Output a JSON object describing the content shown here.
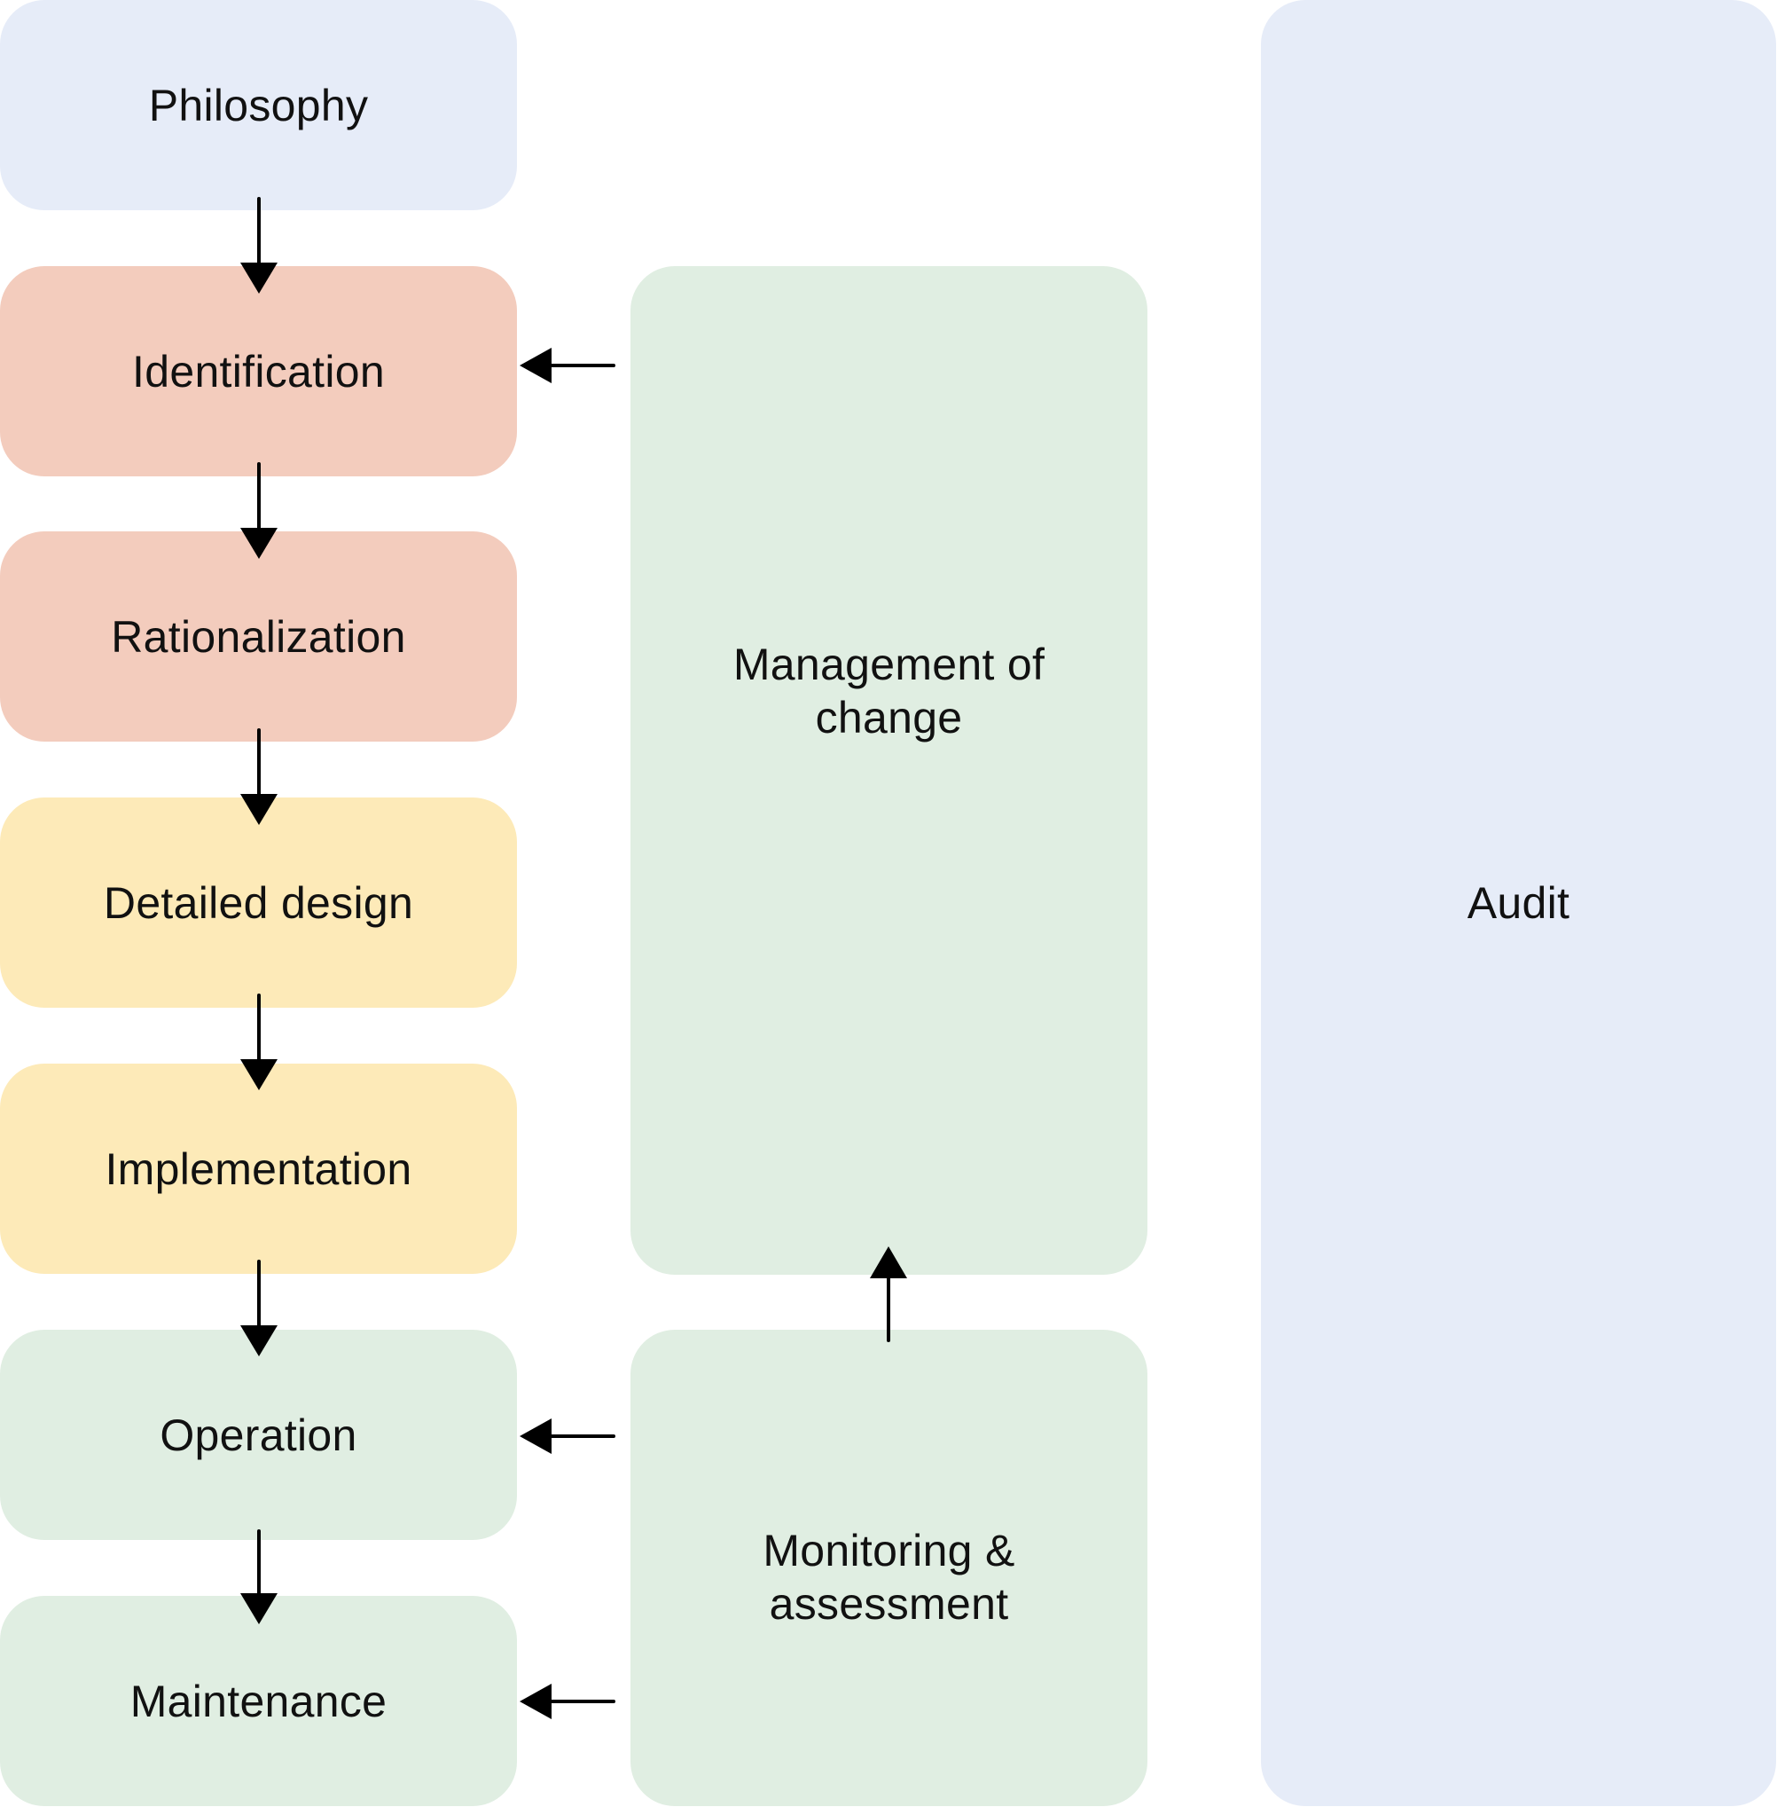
{
  "diagram": {
    "colors": {
      "blue": "#E6ECF8",
      "salmon": "#F3CCBD",
      "yellow": "#FDEAB8",
      "green": "#E0EEE2",
      "arrow": "#000000"
    },
    "steps": [
      {
        "id": "philosophy",
        "label": "Philosophy",
        "color": "#E6ECF8"
      },
      {
        "id": "identification",
        "label": "Identification",
        "color": "#F3CCBD"
      },
      {
        "id": "rationalization",
        "label": "Rationalization",
        "color": "#F3CCBD"
      },
      {
        "id": "detailed-design",
        "label": "Detailed design",
        "color": "#FDEAB8"
      },
      {
        "id": "implementation",
        "label": "Implementation",
        "color": "#FDEAB8"
      },
      {
        "id": "operation",
        "label": "Operation",
        "color": "#E0EEE2"
      },
      {
        "id": "maintenance",
        "label": "Maintenance",
        "color": "#E0EEE2"
      }
    ],
    "management_of_change": {
      "label": "Management of change",
      "color": "#E0EEE2"
    },
    "monitoring": {
      "label": "Monitoring & assessment",
      "color": "#E0EEE2"
    },
    "audit": {
      "label": "Audit",
      "color": "#E6ECF8"
    },
    "connections": [
      {
        "from": "philosophy",
        "to": "identification"
      },
      {
        "from": "identification",
        "to": "rationalization"
      },
      {
        "from": "rationalization",
        "to": "detailed-design"
      },
      {
        "from": "detailed-design",
        "to": "implementation"
      },
      {
        "from": "implementation",
        "to": "operation"
      },
      {
        "from": "operation",
        "to": "maintenance"
      },
      {
        "from": "management-of-change",
        "to": "identification"
      },
      {
        "from": "monitoring",
        "to": "management-of-change"
      },
      {
        "from": "monitoring",
        "to": "operation"
      },
      {
        "from": "monitoring",
        "to": "maintenance"
      }
    ]
  }
}
